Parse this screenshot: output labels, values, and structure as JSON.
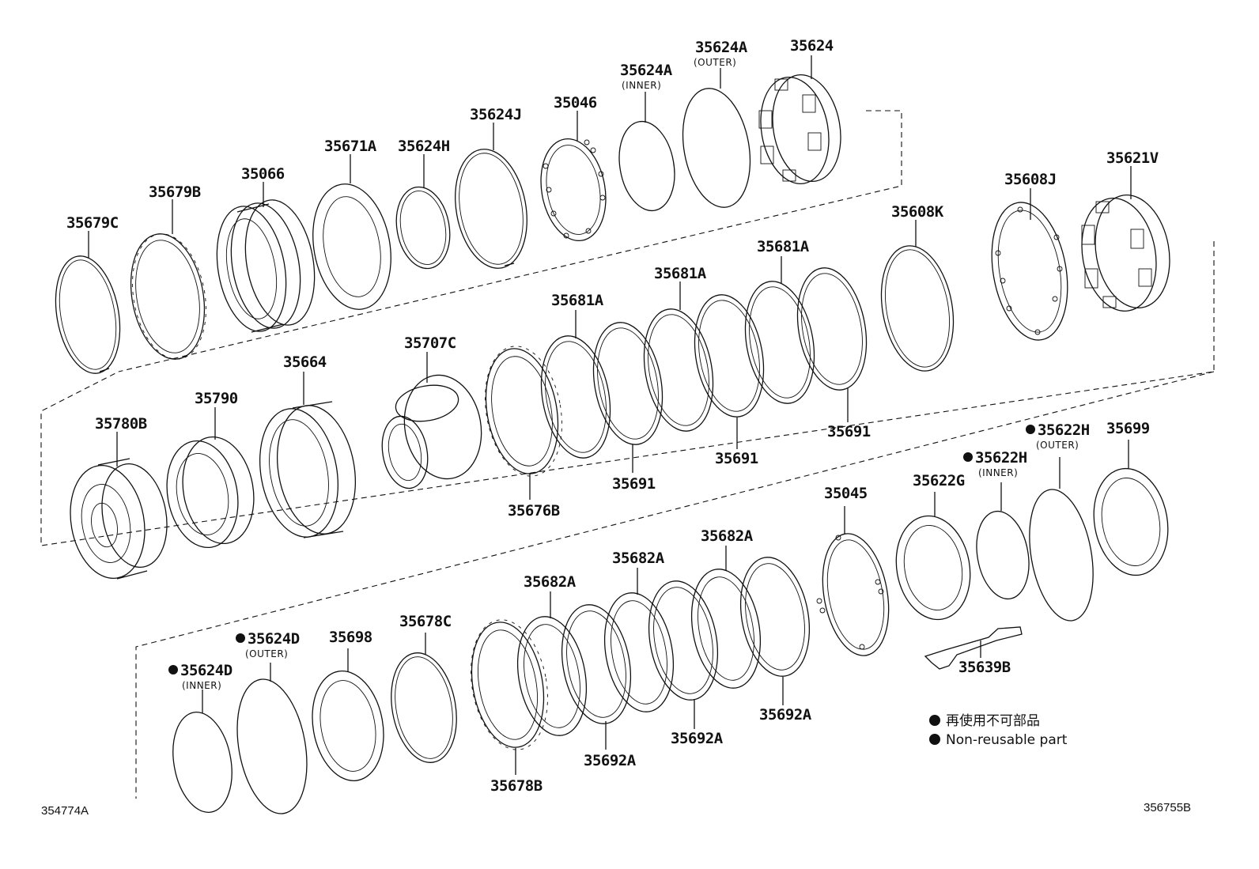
{
  "parts": [
    {
      "id": "p1",
      "label": "35679C",
      "kind": "snapring"
    },
    {
      "id": "p2",
      "label": "35679B",
      "kind": "toothed"
    },
    {
      "id": "p3",
      "label": "35066",
      "kind": "clutchpack"
    },
    {
      "id": "p4",
      "label": "35671A",
      "kind": "flat"
    },
    {
      "id": "p5",
      "label": "35624H",
      "kind": "snapring"
    },
    {
      "id": "p6",
      "label": "35624J",
      "kind": "snapring"
    },
    {
      "id": "p7",
      "label": "35046",
      "kind": "spring"
    },
    {
      "id": "p8",
      "label": "35624A",
      "note": "(INNER)",
      "kind": "oring"
    },
    {
      "id": "p9",
      "label": "35624A",
      "note": "(OUTER)",
      "kind": "oring"
    },
    {
      "id": "p10",
      "label": "35624",
      "kind": "drum"
    },
    {
      "id": "p11",
      "label": "35608J",
      "kind": "spring"
    },
    {
      "id": "p12",
      "label": "35621V",
      "kind": "drum"
    },
    {
      "id": "p13",
      "label": "35608K",
      "kind": "snapring"
    },
    {
      "id": "p14",
      "label": "35681A",
      "kind": "plate"
    },
    {
      "id": "p15",
      "label": "35681A",
      "kind": "plate"
    },
    {
      "id": "p16",
      "label": "35681A",
      "kind": "plate"
    },
    {
      "id": "p17",
      "label": "35691",
      "kind": "disc"
    },
    {
      "id": "p18",
      "label": "35691",
      "kind": "disc"
    },
    {
      "id": "p19",
      "label": "35691",
      "kind": "disc"
    },
    {
      "id": "p20",
      "label": "35676B",
      "kind": "toothed"
    },
    {
      "id": "p21",
      "label": "35707C",
      "kind": "hub"
    },
    {
      "id": "p22",
      "label": "35664",
      "kind": "drumbig"
    },
    {
      "id": "p23",
      "label": "35790",
      "kind": "bearing"
    },
    {
      "id": "p24",
      "label": "35780B",
      "kind": "drumgear"
    },
    {
      "id": "p25",
      "label": "35622H",
      "note": "(OUTER)",
      "bullet": true,
      "kind": "oring"
    },
    {
      "id": "p26",
      "label": "35699",
      "kind": "cylinder"
    },
    {
      "id": "p27",
      "label": "35622H",
      "note": "(INNER)",
      "bullet": true,
      "kind": "oring"
    },
    {
      "id": "p28",
      "label": "35622G",
      "kind": "cylinder"
    },
    {
      "id": "p29",
      "label": "35045",
      "kind": "spring"
    },
    {
      "id": "p30",
      "label": "35682A",
      "kind": "plate"
    },
    {
      "id": "p31",
      "label": "35682A",
      "kind": "plate"
    },
    {
      "id": "p32",
      "label": "35682A",
      "kind": "plate"
    },
    {
      "id": "p33",
      "label": "35692A",
      "kind": "disc"
    },
    {
      "id": "p34",
      "label": "35692A",
      "kind": "disc"
    },
    {
      "id": "p35",
      "label": "35692A",
      "kind": "disc"
    },
    {
      "id": "p36",
      "label": "35678B",
      "kind": "toothed"
    },
    {
      "id": "p37",
      "label": "35678C",
      "kind": "snapring"
    },
    {
      "id": "p38",
      "label": "35698",
      "kind": "cylinder"
    },
    {
      "id": "p39",
      "label": "35624D",
      "note": "(OUTER)",
      "bullet": true,
      "kind": "oring"
    },
    {
      "id": "p40",
      "label": "35624D",
      "note": "(INNER)",
      "bullet": true,
      "kind": "oring"
    },
    {
      "id": "p41",
      "label": "35639B",
      "kind": "clip"
    }
  ],
  "legend": {
    "line1": "再使用不可部品",
    "line2": "Non-reusable part"
  },
  "codes": {
    "left": "354774A",
    "right": "356755B"
  }
}
